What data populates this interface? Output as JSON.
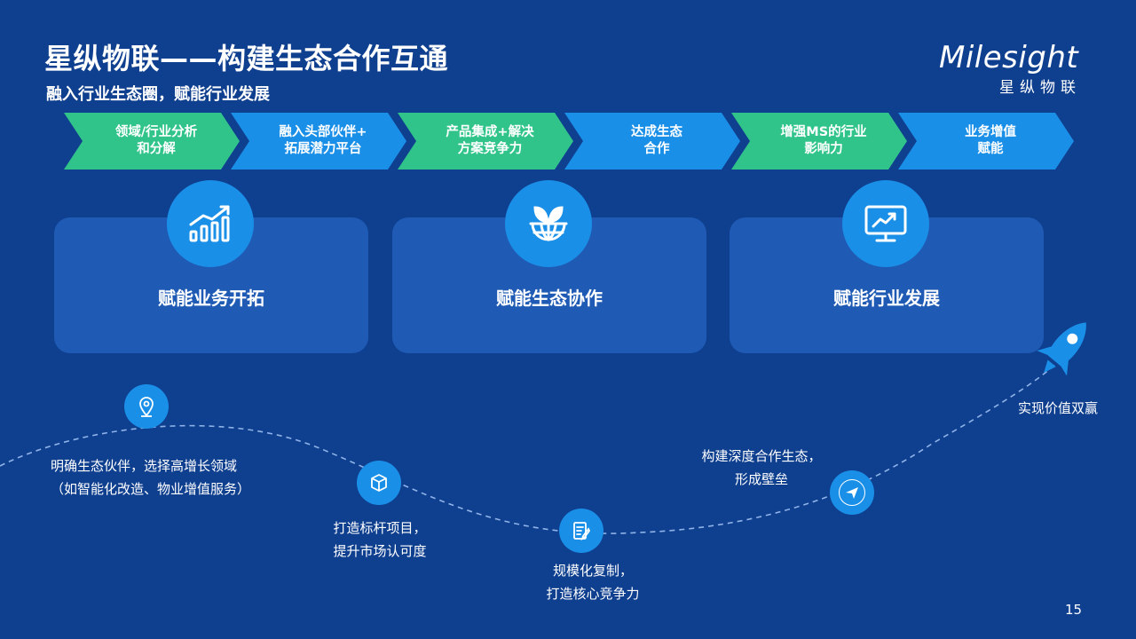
{
  "header": {
    "title": "星纵物联——构建生态合作互通",
    "subtitle": "融入行业生态圈，赋能行业发展"
  },
  "logo": {
    "word": "Milesight",
    "cn": "星纵物联"
  },
  "steps": [
    {
      "line1": "领域/行业分析",
      "line2": "和分解",
      "color": "#31c48a"
    },
    {
      "line1": "融入头部伙伴+",
      "line2": "拓展潜力平台",
      "color": "#1a8fe8"
    },
    {
      "line1": "产品集成+解决",
      "line2": "方案竞争力",
      "color": "#31c48a"
    },
    {
      "line1": "达成生态",
      "line2": "合作",
      "color": "#1a8fe8"
    },
    {
      "line1": "增强MS的行业",
      "line2": "影响力",
      "color": "#31c48a"
    },
    {
      "line1": "业务增值",
      "line2": "赋能",
      "color": "#1a8fe8"
    }
  ],
  "cards": [
    {
      "label": "赋能业务开拓",
      "icon": "bar-chart-growth-icon"
    },
    {
      "label": "赋能生态协作",
      "icon": "globe-leaf-icon"
    },
    {
      "label": "赋能行业发展",
      "icon": "monitor-trend-icon"
    }
  ],
  "milestones": [
    {
      "icon": "location-pin-icon",
      "line1": "明确生态伙伴，选择高增长领域",
      "line2": "（如智能化改造、物业增值服务）"
    },
    {
      "icon": "cube-icon",
      "line1": "打造标杆项目，",
      "line2": "提升市场认可度"
    },
    {
      "icon": "document-edit-icon",
      "line1": "规模化复制，",
      "line2": "打造核心竞争力"
    },
    {
      "icon": "paper-plane-icon",
      "line1": "构建深度合作生态，",
      "line2": "形成壁垒"
    },
    {
      "icon": "rocket-icon",
      "line1": "实现价值双赢",
      "line2": ""
    }
  ],
  "page_number": "15",
  "colors": {
    "background": "#0f3f8f",
    "card": "#1f5bb5",
    "accent_blue": "#1a8fe8",
    "accent_green": "#31c48a"
  }
}
